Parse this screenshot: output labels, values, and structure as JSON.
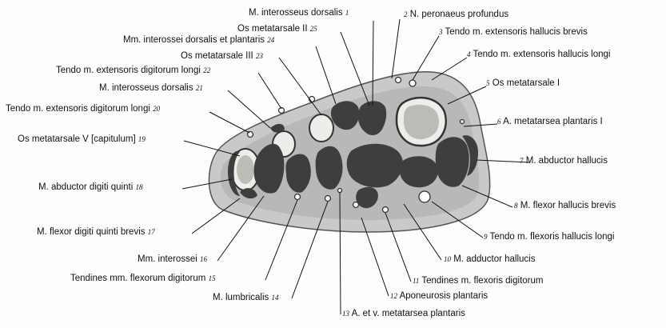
{
  "labels": {
    "l1": {
      "text": "M. interosseus dorsalis",
      "num": "1"
    },
    "l2": {
      "text": "N. peronaeus profundus",
      "num": "2"
    },
    "l3": {
      "text": "Tendo m. extensoris hallucis brevis",
      "num": "3"
    },
    "l4": {
      "text": "Tendo m. extensoris hallucis longi",
      "num": "4"
    },
    "l5": {
      "text": "Os metatarsale I",
      "num": "5"
    },
    "l6": {
      "text": "A. metatarsea plantaris I",
      "num": "6"
    },
    "l7": {
      "text": "M. abductor hallucis",
      "num": "7"
    },
    "l8": {
      "text": "M. flexor hallucis brevis",
      "num": "8"
    },
    "l9": {
      "text": "Tendo m. flexoris hallucis longi",
      "num": "9"
    },
    "l10": {
      "text": "M. adductor hallucis",
      "num": "10"
    },
    "l11": {
      "text": "Tendines m. flexoris digitorum",
      "num": "11"
    },
    "l12": {
      "text": "Aponeurosis plantaris",
      "num": "12"
    },
    "l13": {
      "text": "A. et v. metatarsea plantaris",
      "num": "13"
    },
    "l14": {
      "text": "M. lumbricalis",
      "num": "14"
    },
    "l15": {
      "text": "Tendines mm. flexorum digitorum",
      "num": "15"
    },
    "l16": {
      "text": "Mm. interossei",
      "num": "16"
    },
    "l17": {
      "text": "M. flexor digiti quinti brevis",
      "num": "17"
    },
    "l18": {
      "text": "M. abductor digiti quinti",
      "num": "18"
    },
    "l19": {
      "text": "Os metatarsale V [capitulum]",
      "num": "19"
    },
    "l20": {
      "text": "Tendo m. extensoris digitorum longi",
      "num": "20"
    },
    "l21": {
      "text": "M. interosseus dorsalis",
      "num": "21"
    },
    "l22": {
      "text": "Tendo m. extensoris digitorum longi",
      "num": "22"
    },
    "l23": {
      "text": "Os metatarsale III",
      "num": "23"
    },
    "l24": {
      "text": "Mm. interossei dorsalis et plantaris",
      "num": "24"
    },
    "l25": {
      "text": "Os metatarsale II",
      "num": "25"
    }
  },
  "colors": {
    "skin": "#c9c9c9",
    "muscle": "#3e3e3e",
    "bone": "#ededea",
    "bone_dots": "#2a2a2a",
    "tissue": "#b5b5b5",
    "ink": "#111111"
  }
}
